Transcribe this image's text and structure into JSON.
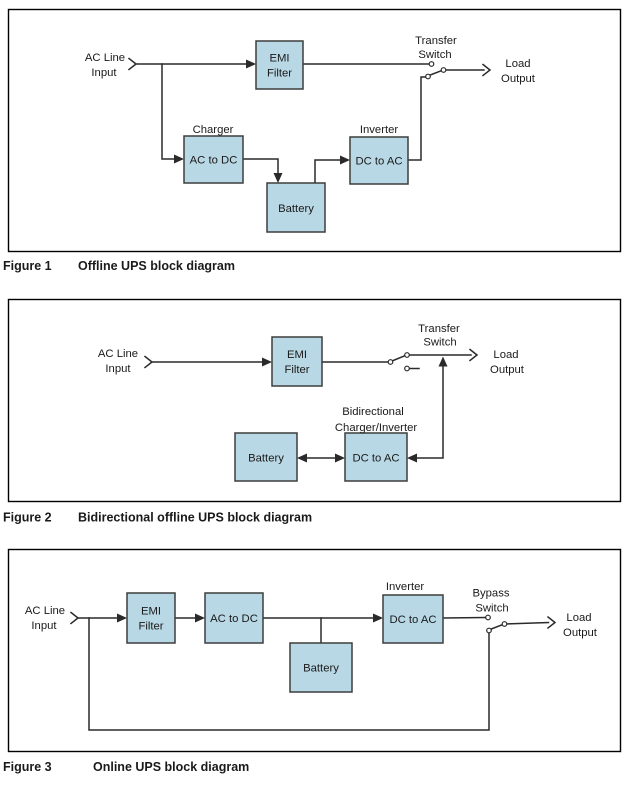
{
  "colors": {
    "page_background": "#ffffff",
    "box_fill": "#b9d8e5",
    "box_border": "#3d3d3d",
    "wire": "#2a2a2a",
    "frame": "#000000",
    "text": "#1a1a1a"
  },
  "figures": [
    {
      "caption_label": "Figure 1",
      "caption_title": "Offline UPS block diagram",
      "labels": {
        "ac_line_1": "AC Line",
        "ac_line_2": "Input",
        "emi_1": "EMI",
        "emi_2": "Filter",
        "charger": "Charger",
        "ac_to_dc": "AC to DC",
        "battery": "Battery",
        "inverter": "Inverter",
        "dc_to_ac": "DC to AC",
        "switch_1": "Transfer",
        "switch_2": "Switch",
        "load_1": "Load",
        "load_2": "Output"
      }
    },
    {
      "caption_label": "Figure 2",
      "caption_title": "Bidirectional offline UPS block diagram",
      "labels": {
        "ac_line_1": "AC Line",
        "ac_line_2": "Input",
        "emi_1": "EMI",
        "emi_2": "Filter",
        "converter_1": "Bidirectional",
        "converter_2": "Charger/Inverter",
        "battery": "Battery",
        "dc_to_ac": "DC to AC",
        "switch_1": "Transfer",
        "switch_2": "Switch",
        "load_1": "Load",
        "load_2": "Output"
      }
    },
    {
      "caption_label": "Figure 3",
      "caption_title": "Online UPS block diagram",
      "labels": {
        "ac_line_1": "AC Line",
        "ac_line_2": "Input",
        "emi_1": "EMI",
        "emi_2": "Filter",
        "ac_to_dc": "AC to DC",
        "battery": "Battery",
        "inverter": "Inverter",
        "dc_to_ac": "DC to AC",
        "switch_1": "Bypass",
        "switch_2": "Switch",
        "load_1": "Load",
        "load_2": "Output"
      }
    }
  ]
}
